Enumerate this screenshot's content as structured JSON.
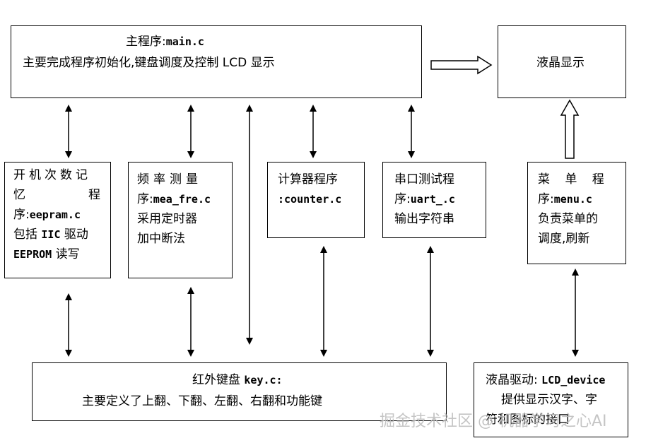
{
  "main_box": {
    "title_prefix": "主程序:",
    "title_code": "main.c",
    "desc": "主要完成程序初始化,键盘调度及控制 LCD 显示"
  },
  "lcd_box": {
    "label": "液晶显示"
  },
  "eeprom_box": {
    "l1": "开机次数记",
    "l2a": "忆",
    "l2b": "程",
    "l3a": "序:",
    "l3b": "eepram.c",
    "l4a": "包括 ",
    "l4b": "IIC",
    "l4c": " 驱动",
    "l5a": "EEPROM",
    "l5b": " 读写"
  },
  "freq_box": {
    "l1": "频率测量",
    "l2a": "序:",
    "l2b": "mea_fre.c",
    "l3": "采用定时器",
    "l4": "加中断法"
  },
  "counter_box": {
    "l1": "计算器程序",
    "l2": ":counter.c"
  },
  "uart_box": {
    "l1": "串口测试程",
    "l2a": "序:",
    "l2b": "uart_.c",
    "l3": "输出字符串"
  },
  "menu_box": {
    "l1": "菜 单 程",
    "l2a": "序:",
    "l2b": "menu.c",
    "l3": "负责菜单的",
    "l4": "调度,刷新"
  },
  "key_box": {
    "title_prefix": "红外键盘 ",
    "title_code": "key.c:",
    "desc": "主要定义了上翻、下翻、左翻、右翻和功能键"
  },
  "lcd_driver_box": {
    "title_prefix": "液晶驱动: ",
    "title_code": "LCD_device",
    "l2": "提供显示汉字、字",
    "l3": "符和图标的接口"
  },
  "watermark": "掘金技术社区 @ 机器学习之心AI"
}
